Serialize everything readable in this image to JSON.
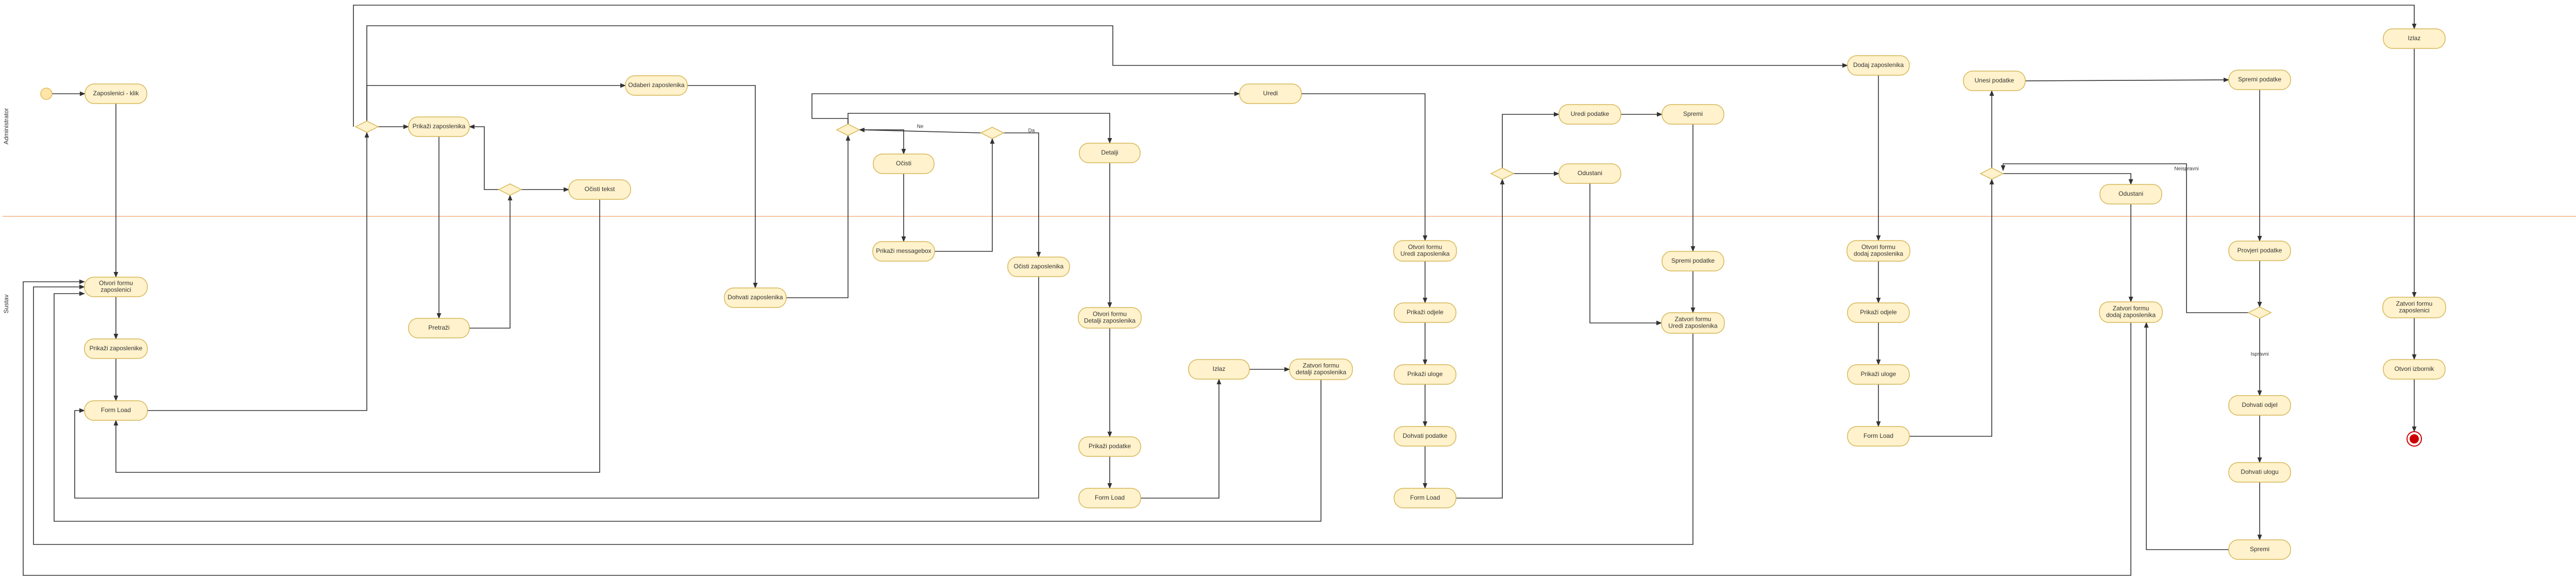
{
  "lanes": {
    "top": "Administrator",
    "bottom": "Sustav"
  },
  "nodes": {
    "zaposlenici_klik": "Zaposlenici - klik",
    "prikazi_zaposlenika_top": "Prikaži zaposlenika",
    "odaberi_zaposlenika": "Odaberi zaposlenika",
    "otvori_formu_zaposlenici": "Otvori formu zaposlenici",
    "prikazi_zaposlenike": "Prikaži zaposlenike",
    "form_load_1": "Form Load",
    "pretrazi": "Pretraži",
    "ocisti_tekst": "Očisti tekst",
    "dohvati_zaposlenika": "Dohvati zaposlenika",
    "ocisti": "Očisti",
    "prikazi_message_box": "Prikaži messagebox",
    "ocisti_zaposlenika": "Očisti zaposlenika",
    "detalji": "Detalji",
    "otvori_formu_detalji": "Otvori formu Detalji zaposlenika",
    "prikazi_podatke_det": "Prikaži podatke",
    "form_load_det": "Form Load",
    "izlaz_det": "Izlaz",
    "zatvori_formu_detalji": "Zatvori formu detalji zaposlenika",
    "uredi": "Uredi",
    "otvori_formu_uredi": "Otvori formu Uredi zaposlenika",
    "prikazi_odjele_u": "Prikaži odjele",
    "prikazi_uloge_u": "Prikaži uloge",
    "dohvati_podatke_u": "Dohvati podatke",
    "form_load_u": "Form Load",
    "uredi_podatke": "Uredi podatke",
    "spremi_u": "Spremi",
    "odustani_u": "Odustani",
    "spremi_podatke_u": "Spremi podatke",
    "zatvori_formu_uredi": "Zatvori formu Uredi zaposlenika",
    "dodaj_zaposlenika": "Dodaj zaposlenika",
    "otvori_formu_dodaj": "Otvori formu dodaj zaposlenika",
    "prikazi_odjele_d": "Prikaži odjele",
    "prikazi_uloge_d": "Prikaži uloge",
    "form_load_d": "Form Load",
    "unesi_podatke": "Unesi podatke",
    "odustani_d": "Odustani",
    "zatvori_formu_dodaj": "Zatvori formu dodaj zaposlenika",
    "spremi_podatke_d": "Spremi podatke",
    "provjeri_podatke": "Provjeri podatke",
    "dohvati_odjel": "Dohvati odjel",
    "dohvati_ulogu": "Dohvati ulogu",
    "spremi_d": "Spremi",
    "izlaz": "Izlaz",
    "zatvori_formu_zap": "Zatvori formu zaposlenici",
    "otvori_izbornik": "Otvori izbornik"
  },
  "edge_labels": {
    "ne": "Ne",
    "da": "Da",
    "neispravni": "Neispravni",
    "ispravni": "Ispravni"
  },
  "colors": {
    "node_fill": "#fff2cc",
    "node_stroke": "#d6b656",
    "lane_separator": "#f4b183",
    "end_fill": "#cc0000"
  }
}
